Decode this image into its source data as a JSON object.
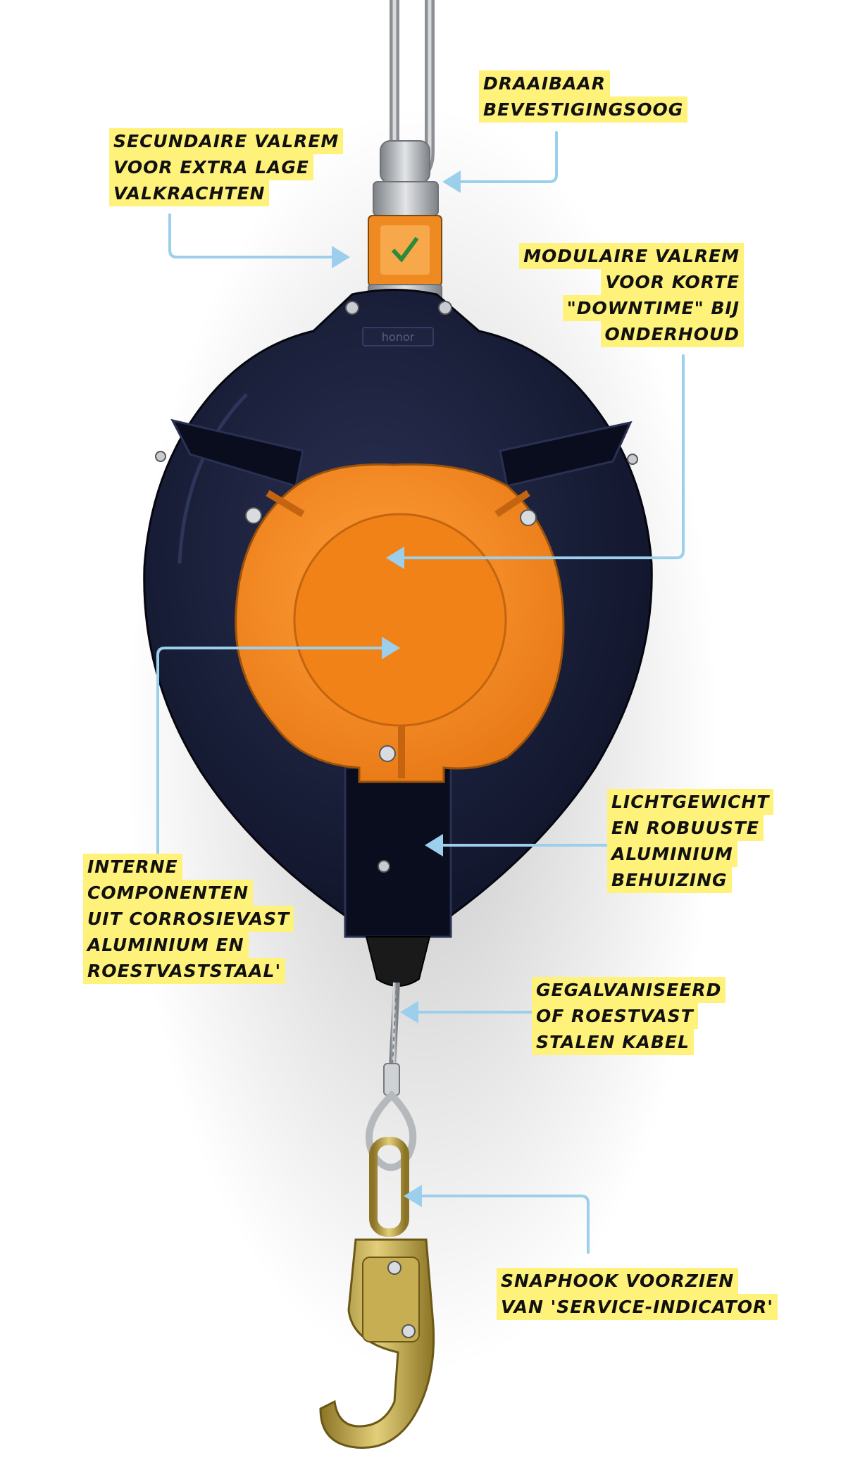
{
  "labels": {
    "swivel": [
      "Draaibaar",
      "bevestigingsoog"
    ],
    "secondary": [
      "Secundaire valrem",
      "voor extra lage",
      "valkrachten"
    ],
    "modular": [
      "Modulaire valrem",
      "voor korte",
      "\"downtime\" bij",
      "onderhoud"
    ],
    "lightweight": [
      "Lichtgewicht",
      "en robuuste",
      "aluminium",
      "behuizing"
    ],
    "internal": [
      "Interne",
      "componenten",
      "uit corrosievast",
      "aluminium en",
      "roestvaststaal'"
    ],
    "cable": [
      "Gegalvaniseerd",
      "of roestvast",
      "stalen kabel"
    ],
    "snaphook": [
      "Snaphook voorzien",
      "van 'service-indicator'"
    ]
  },
  "brand_plate": "honor",
  "colors": {
    "housing": "#151a30",
    "cover": "#f48a1e",
    "label_bg": "#fff27a",
    "arrow": "#9ccfec",
    "hook": "#b9a145",
    "steel": "#b5b8bc"
  }
}
